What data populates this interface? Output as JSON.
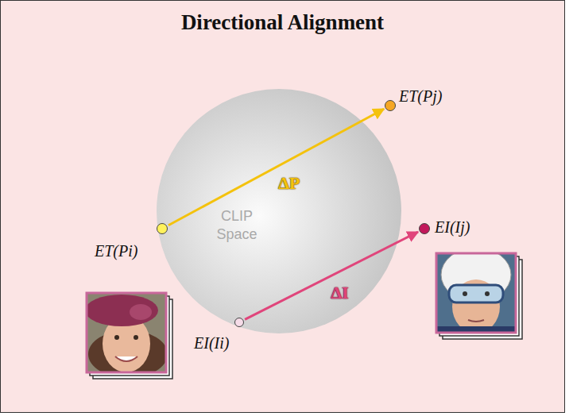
{
  "diagram": {
    "title": "Directional Alignment",
    "nodes": [
      {
        "text": [
          "CLIP Space"
        ]
      },
      {
        "text": [
          "ET(Pj)"
        ]
      },
      {
        "text": [
          "ET(Pi)"
        ]
      },
      {
        "text": [
          "EI(Ij)"
        ]
      },
      {
        "text": [
          "EI(Ii)"
        ]
      }
    ],
    "edges": [
      {
        "from": 2,
        "to": 1,
        "label": "ΔP",
        "arrow": "to"
      },
      {
        "from": 4,
        "to": 3,
        "label": "ΔI",
        "arrow": "to"
      }
    ]
  }
}
